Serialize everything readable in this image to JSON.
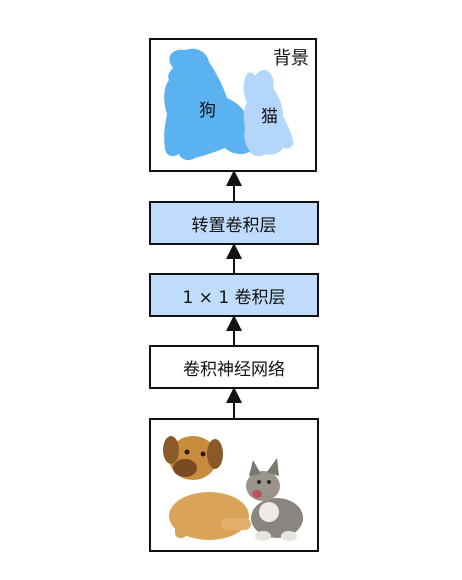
{
  "segmentation": {
    "background_label": "背景",
    "dog_label": "狗",
    "cat_label": "猫",
    "colors": {
      "dog": "#5ab2f0",
      "cat": "#b4d6fb",
      "background": "#ffffff"
    }
  },
  "layers": {
    "transpose_conv": "转置卷积层",
    "conv_1x1": "1 × 1 卷积层",
    "cnn": "卷积神经网络"
  },
  "colors": {
    "layer_fill": "#bfdcfb",
    "border": "#111111"
  },
  "input_image": {
    "icon": "dog-and-cat-photo"
  }
}
